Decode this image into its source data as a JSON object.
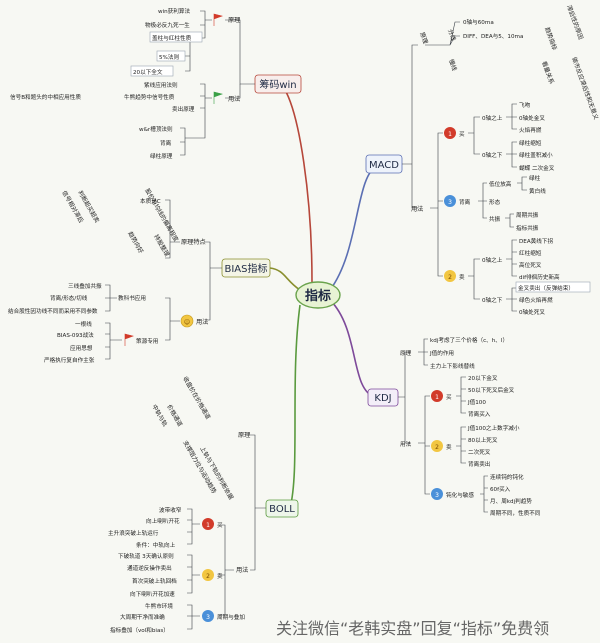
{
  "root": "指标",
  "topics": {
    "macd": "MACD",
    "kdj": "KDJ",
    "boll": "BOLL",
    "bias": "BIAS指标",
    "chip": "筹码win"
  },
  "chip": {
    "principle": "原理",
    "usage": "用法",
    "p_items": [
      "win获利算法",
      "物极必反九死一生",
      "盖柱与红柱性质",
      "5%法则",
      "20以下全文"
    ],
    "u_items": [
      "紫线应用法则",
      "信号B和题头的中相应用性质",
      "牛熊趋势中信号性质",
      "卖出原理",
      "w&r槽顶法则",
      "背离",
      "绿柱原理"
    ]
  },
  "bias": {
    "principle": "原理特点",
    "usage": "用法",
    "essence": "本质是C",
    "rot_items": [
      "股价与均线的偏离程度",
      "判断超买超卖",
      "信号相对滞后",
      "趋势向好",
      "持股整理"
    ],
    "textbook": "教科书应用",
    "tb_items": [
      "三线叠加共振",
      "背离/形态/切线",
      "结合股性因功线不同而采用不同参数"
    ],
    "strategy": "策源专用",
    "st_items": [
      "一根线",
      "BIAS-093战法",
      "应用思想",
      "严格执行复自作主张"
    ]
  },
  "boll": {
    "principle": "原理",
    "usage": "用法",
    "rot_items": [
      "收盘价在价格通道",
      "价格通道",
      "中轨与轨",
      "支撑阻力位与运动趋势",
      "上轨与下轨的判断依据"
    ],
    "buy": "买",
    "buy_items": [
      "波带收窄",
      "向上喇叭开花",
      "主升浪突破上轨运行",
      "条件：中轨向上"
    ],
    "sell": "卖",
    "sell_items": [
      "下破轨道 3天确认原则",
      "通道逆反操作卖出",
      "首次突破上轨回档",
      "向下喇叭开花加速"
    ],
    "cycle": "周期与叠加",
    "cycle_items": [
      "牛熊市环境",
      "大周期干净而准确",
      "指标叠加（vol和bias）"
    ]
  },
  "macd": {
    "principle": "原理",
    "usage": "用法",
    "p_rot": [
      "分线",
      "慢线",
      "趋势指标",
      "滞后性的原因",
      "看量关系",
      "做市反应滞后性和无意义"
    ],
    "p_items": [
      "0轴与60ma",
      "DIFF、DEA与5、10ma"
    ],
    "buy": "买",
    "above0": "0轴之上",
    "below0": "0轴之下",
    "buy_above": [
      "飞吻",
      "0轴处金叉",
      "火焰再燃"
    ],
    "buy_below": [
      "绿柱缩短",
      "绿柱盖积减小",
      "蝴蝶 二次金叉"
    ],
    "div": "背离",
    "div_items": [
      "低位放高",
      "形态",
      "共振"
    ],
    "div_sub1": [
      "绿柱",
      "黄白线"
    ],
    "div_sub2": [
      "周期共振",
      "指标共振"
    ],
    "sell": "卖",
    "sell_above": [
      "DEA黄线下拐",
      "红柱缩短",
      "高位死叉",
      "dif徘徊历史新高"
    ],
    "sell_below": [
      "金叉卖出（反弹结束）",
      "绿色火焰再燃",
      "0轴处死叉"
    ]
  },
  "kdj": {
    "principle": "原理",
    "usage": "用法",
    "p_items": [
      "kdj考虑了三个价格（c、h、l）",
      "J值的作用",
      "主力上下影线替线"
    ],
    "buy": "买",
    "buy_items": [
      "20以下金叉",
      "50以下死叉后金叉",
      "J值100",
      "背离买入"
    ],
    "sell": "卖",
    "sell_items": [
      "J值100之上数字减小",
      "80以上死叉",
      "二次死叉",
      "背离卖出"
    ],
    "trans": "钝化与敏感",
    "trans_items": [
      "连续钝的钝化",
      "60f买入",
      "月、周kdj判趋势",
      "周期不同，性质不同"
    ]
  },
  "watermark": "关注微信“老韩实盘”回复“指标”免费领"
}
